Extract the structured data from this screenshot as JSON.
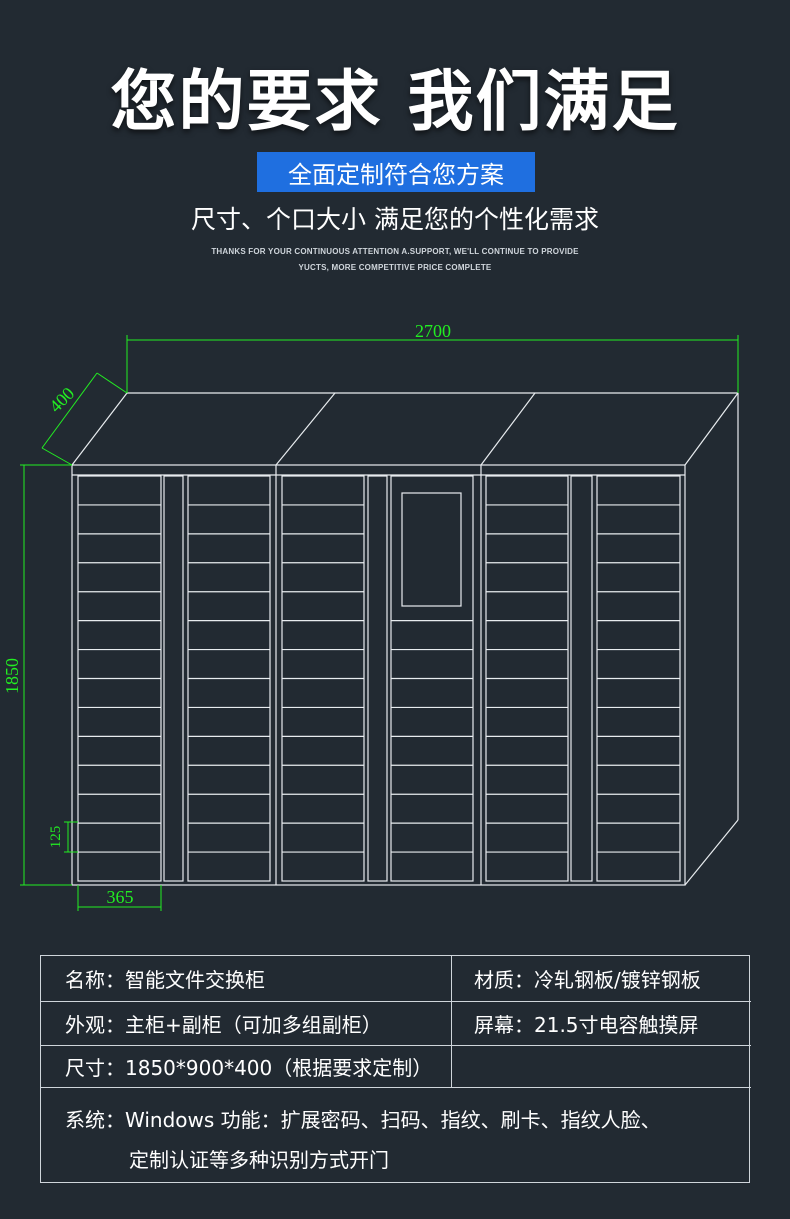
{
  "header": {
    "title": "您的要求 我们满足",
    "badge": "全面定制符合您方案",
    "subtitle": "尺寸、个口大小 满足您的个性化需求",
    "eng_line1": "THANKS FOR YOUR CONTINUOUS ATTENTION A.SUPPORT, WE'LL CONTINUE TO PROVIDE",
    "eng_line2": "YUCTS, MORE COMPETITIVE PRICE COMPLETE"
  },
  "drawing": {
    "dim_width": "2700",
    "dim_depth": "400",
    "dim_height": "1850",
    "dim_door_height": "125",
    "dim_door_width": "365",
    "line_color": "#e8ecef",
    "dim_color": "#22ee22"
  },
  "specs": {
    "name": "名称：智能文件交换柜",
    "material": "材质：冷轧钢板/镀锌钢板",
    "appearance": "外观：主柜+副柜（可加多组副柜）",
    "screen": "屏幕：21.5寸电容触摸屏",
    "size": "尺寸：1850*900*400（根据要求定制）",
    "system_label": "系统：",
    "system_line1": "Windows 功能：扩展密码、扫码、指纹、刷卡、指纹人脸、",
    "system_line2": "定制认证等多种识别方式开门"
  }
}
